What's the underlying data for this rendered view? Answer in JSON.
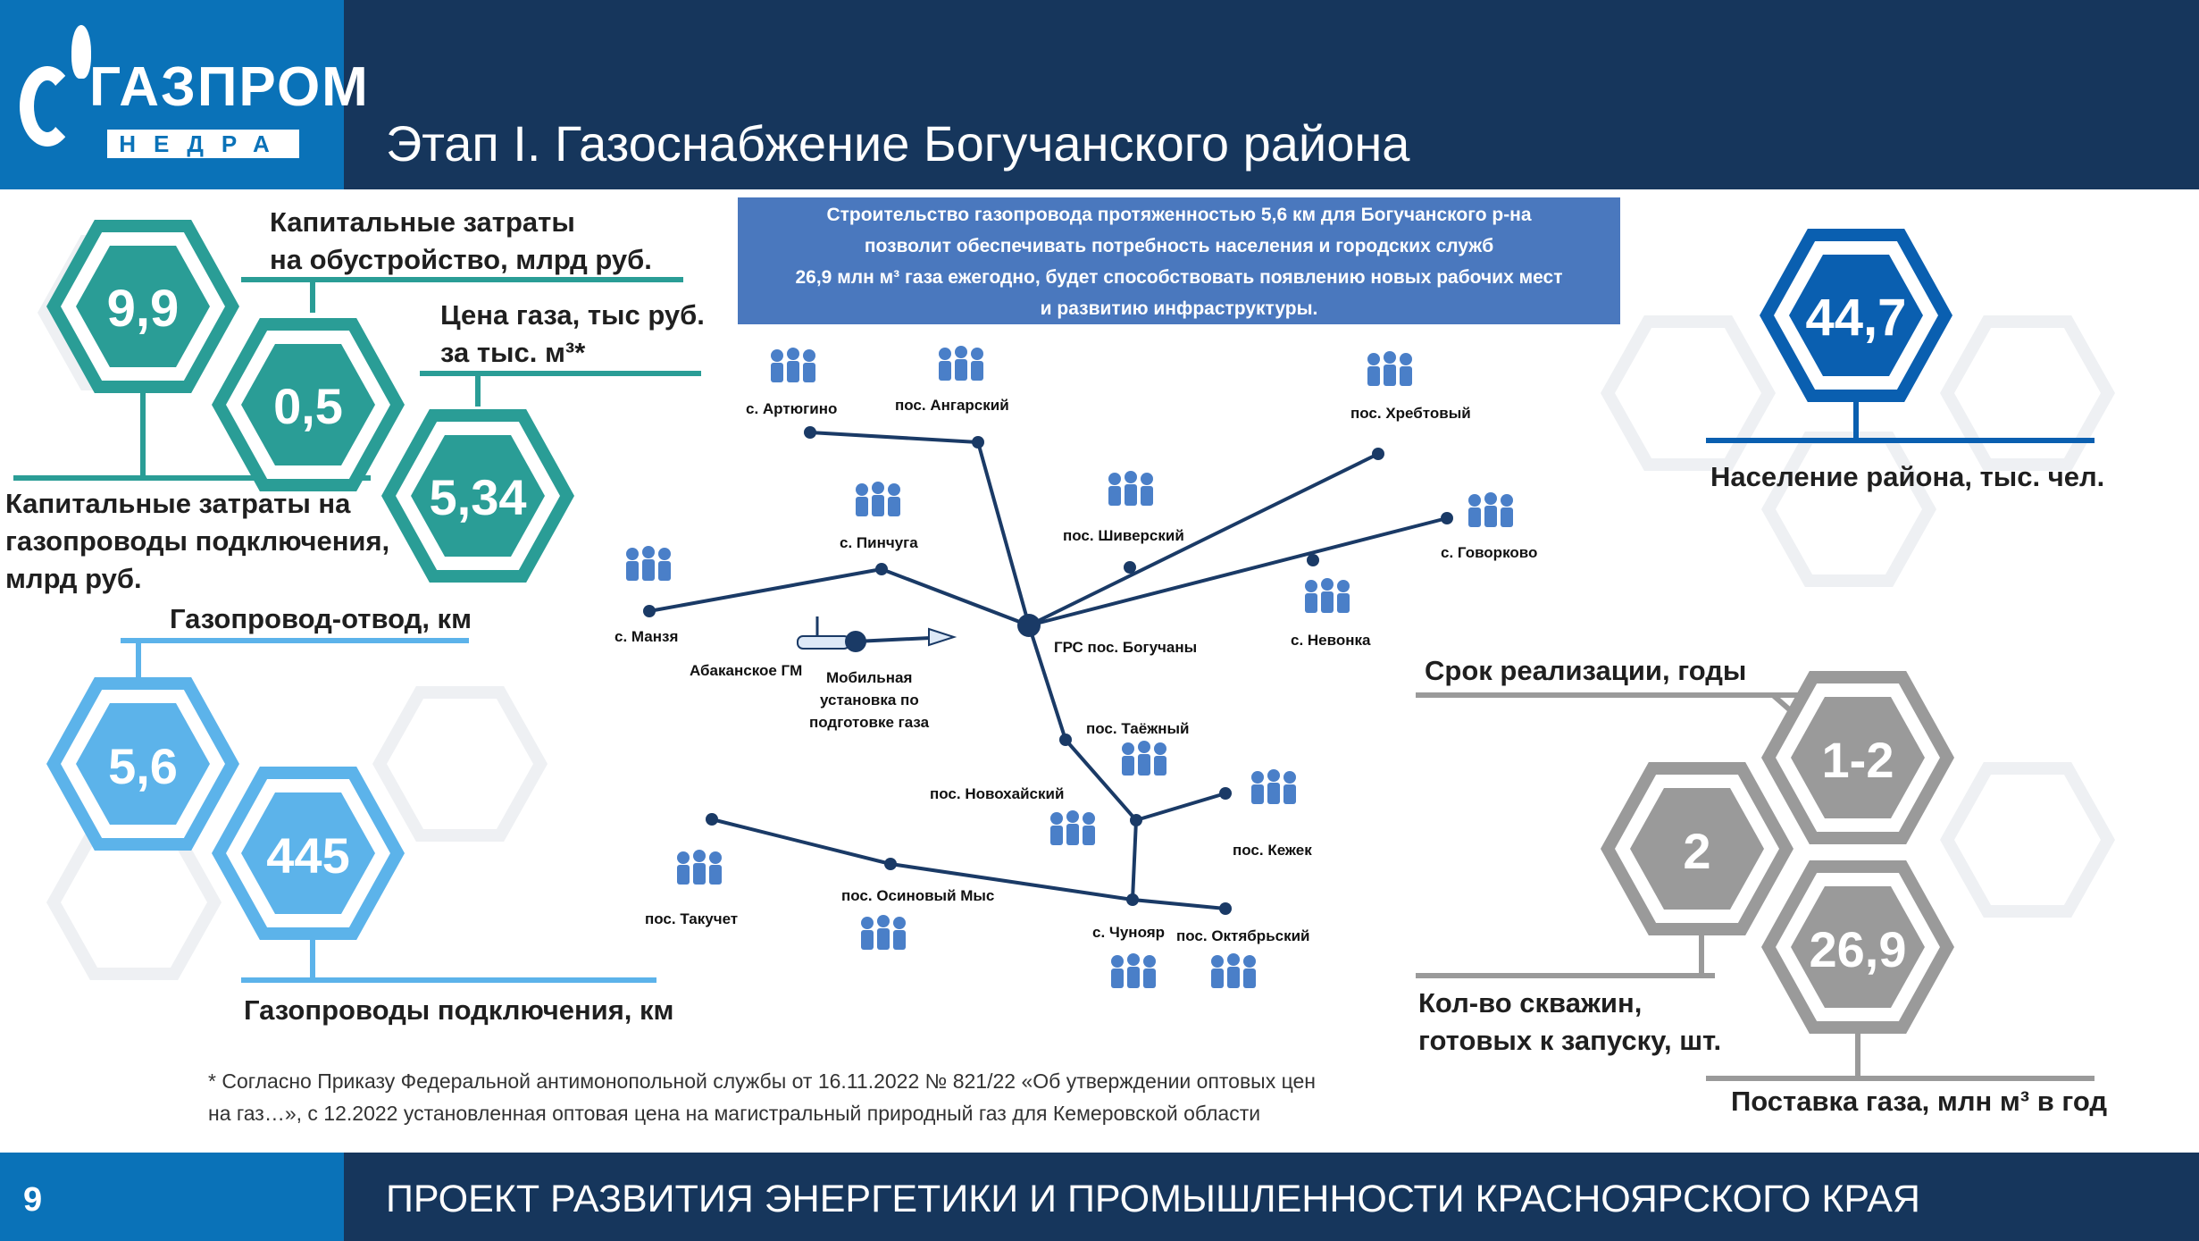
{
  "header": {
    "logo_name": "ГАЗПРОМ",
    "logo_sub": "НЕДРА",
    "title": "Этап I. Газоснабжение Богучанского района"
  },
  "info_box": {
    "line1": "Строительство газопровода протяженностью 5,6 км для Богучанского р-на",
    "line2": "позволит обеспечивать потребность населения и городских служб",
    "line3": "26,9 млн м³ газа ежегодно, будет способствовать появлению новых рабочих мест",
    "line4": "и развитию инфраструктуры."
  },
  "left_top": {
    "capex_setup_label1": "Капитальные затраты",
    "capex_setup_label2": "на обустройство, млрд руб.",
    "capex_setup_value": "9,9",
    "capex_conn_value": "0,5",
    "capex_conn_label1": "Капитальные затраты на",
    "capex_conn_label2": "газопроводы подключения,",
    "capex_conn_label3": "млрд руб.",
    "price_label1": "Цена газа, тыс руб.",
    "price_label2": "за тыс. м³*",
    "price_value": "5,34"
  },
  "left_bottom": {
    "branch_label": "Газопровод-отвод, км",
    "branch_value": "5,6",
    "conn_value": "445",
    "conn_label": "Газопроводы подключения, км"
  },
  "right_top": {
    "population_value": "44,7",
    "population_label": "Население района, тыс. чел."
  },
  "right_bottom": {
    "term_label": "Срок реализации, годы",
    "term_value": "1-2",
    "wells_value": "2",
    "wells_label1": "Кол-во скважин,",
    "wells_label2": "готовых к запуску, шт.",
    "supply_value": "26,9",
    "supply_label": "Поставка газа, млн м³ в год"
  },
  "footnote": {
    "line1": "* Согласно Приказу Федеральной антимонопольной службы от 16.11.2022 № 821/22 «Об утверждении оптовых цен",
    "line2": "на газ…», с 12.2022 установленная оптовая цена на магистральный природный газ для Кемеровской области"
  },
  "map": {
    "labels": {
      "artyugino": "с. Артюгино",
      "angarsky": "пос. Ангарский",
      "khrebtovy": "пос. Хребтовый",
      "pinchuga": "с. Пинчуга",
      "shiversky": "пос. Шиверский",
      "govorkovo": "с. Говорково",
      "manzya": "с. Манзя",
      "nevonka": "с. Невонка",
      "abakan": "Абаканское ГМ",
      "grs": "ГРС пос. Богучаны",
      "mobile1": "Мобильная",
      "mobile2": "установка по",
      "mobile3": "подготовке газа",
      "taezhny": "пос. Таёжный",
      "novokhaisky": "пос. Новохайский",
      "kezhek": "пос. Кежек",
      "osinovy": "пос. Осиновый Мыс",
      "takuchet": "пос. Такучет",
      "chunoyar": "с. Чунояр",
      "oktyabrsky": "пос. Октябрьский"
    }
  },
  "footer": {
    "page_number": "9",
    "text": "ПРОЕКТ РАЗВИТИЯ ЭНЕРГЕТИКИ И ПРОМЫШЛЕННОСТИ КРАСНОЯРСКОГО КРАЯ"
  },
  "colors": {
    "header_bg": "#16365c",
    "logo_bg": "#0a72b8",
    "teal": "#2a9d96",
    "light_blue": "#5cb3ea",
    "dark_blue": "#0a5fb0",
    "gray": "#9a9a9a",
    "info_box": "#4a78be",
    "map_line": "#1a3a66"
  }
}
